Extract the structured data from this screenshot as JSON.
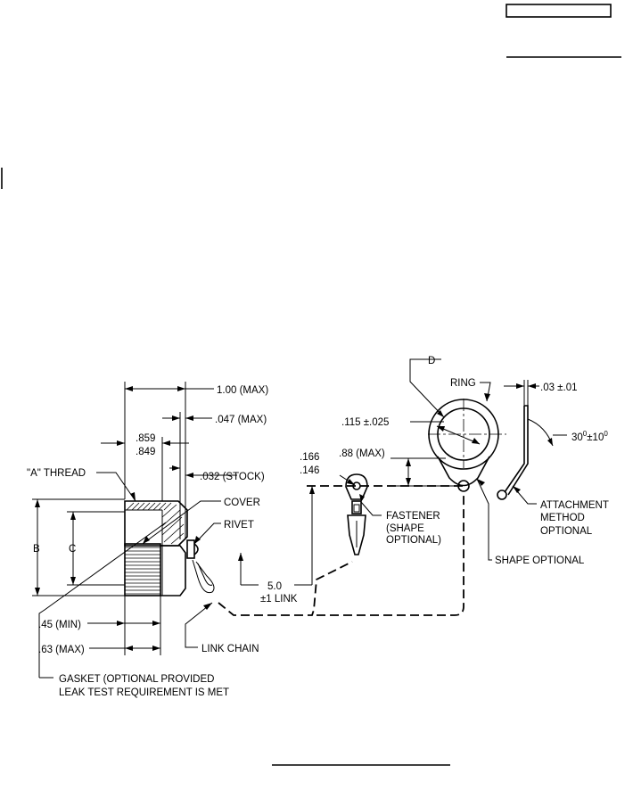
{
  "labels": {
    "d": "D",
    "ring": "RING",
    "dim_03": ".03 ±.01",
    "angle_base": "30",
    "angle_sup1": "0",
    "angle_tol": "±10",
    "angle_sup2": "0",
    "dim_115": ".115 ±.025",
    "dim_100": "1.00 (MAX)",
    "dim_047": ".047 (MAX)",
    "dim_859": ".859",
    "dim_849": ".849",
    "dim_032": ".032 (STOCK)",
    "dim_88": ".88 (MAX)",
    "dim_166": ".166",
    "dim_146": ".146",
    "a_thread": "\"A\" THREAD",
    "cover": "COVER",
    "rivet": "RIVET",
    "b": "B",
    "c": "C",
    "fastener_1": "FASTENER",
    "fastener_2": "(SHAPE",
    "fastener_3": "OPTIONAL)",
    "attach_1": "ATTACHMENT",
    "attach_2": "METHOD",
    "attach_3": "OPTIONAL",
    "shape_optional": "SHAPE OPTIONAL",
    "link_1": "5.0",
    "link_2": "±1 LINK",
    "dim_45": ".45 (MIN)",
    "dim_63": ".63 (MAX)",
    "link_chain": "LINK CHAIN",
    "gasket_1": "GASKET (OPTIONAL PROVIDED",
    "gasket_2": "LEAK TEST REQUIREMENT IS MET"
  }
}
